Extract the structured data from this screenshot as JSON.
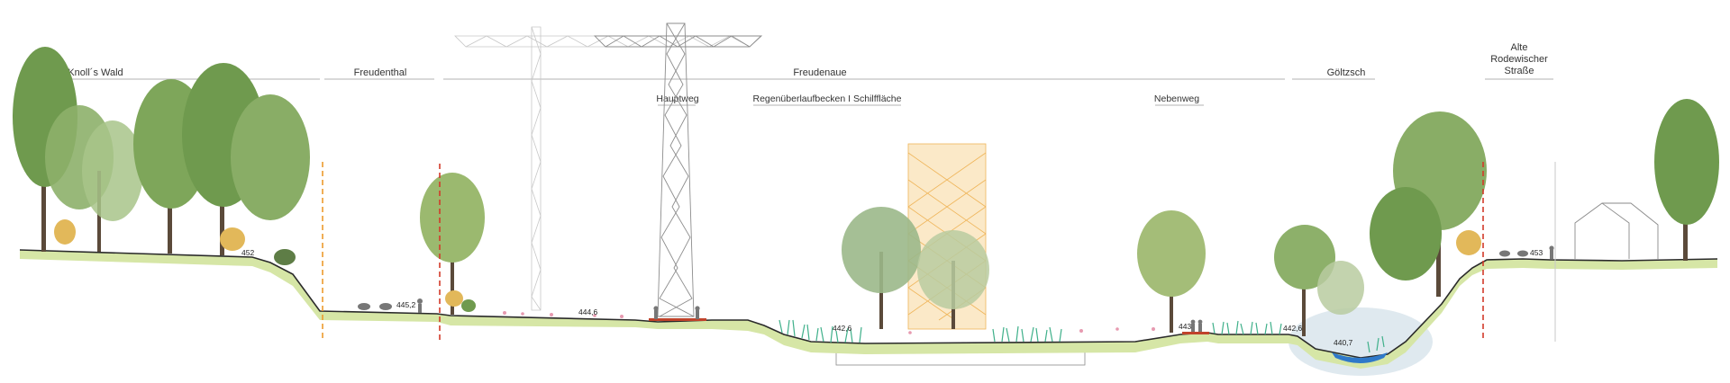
{
  "zones": [
    {
      "id": "knolls-wald",
      "label": "Knoll´s Wald"
    },
    {
      "id": "freudenthal",
      "label": "Freudenthal"
    },
    {
      "id": "freudenaue",
      "label": "Freudenaue"
    },
    {
      "id": "goltzsch",
      "label": "Göltzsch"
    },
    {
      "id": "alte-strasse",
      "label_lines": [
        "Alte",
        "Rodewischer",
        "Straße"
      ]
    }
  ],
  "sub_zones": [
    {
      "id": "hauptweg",
      "label": "Hauptweg"
    },
    {
      "id": "regen",
      "label": "Regenüberlaufbecken I Schilffläche"
    },
    {
      "id": "nebenweg",
      "label": "Nebenweg"
    }
  ],
  "elevations": [
    "452",
    "445,2",
    "444,6",
    "442,6",
    "443",
    "442,6",
    "440,7",
    "453"
  ],
  "colors": {
    "ground": "#d6e6a6",
    "ground_line": "#2a2a2a",
    "tree_dark": "#6f9a4e",
    "tree_light": "#a8c48a",
    "boundary_red": "#d23a2a",
    "boundary_orange": "#ec9a2c",
    "water": "#2f79c9",
    "basin": "#dfe9ef",
    "reed": "#3fb08a",
    "path": "#c0432b",
    "tower": "#efb55a"
  }
}
